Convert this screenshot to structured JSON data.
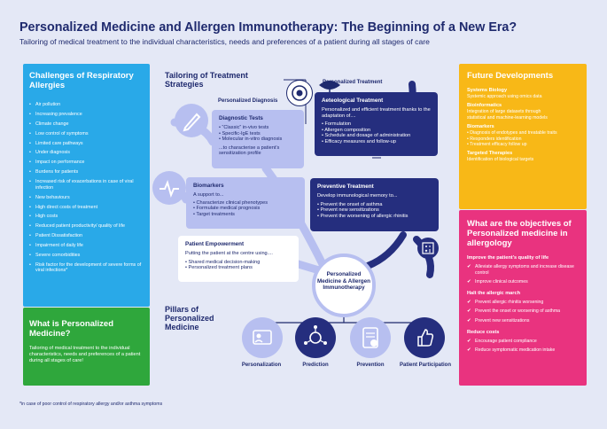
{
  "title": "Personalized Medicine and Allergen Immunotherapy: The Beginning of a New Era?",
  "subtitle": "Tailoring of medical treatment to the individual characteristics, needs and preferences of a patient during all stages of care",
  "challenges": {
    "heading": "Challenges of Respiratory Allergies",
    "items": [
      "Air pollution",
      "Increasing prevalence",
      "Climate change",
      "Low control of symptoms",
      "Limited care pathways",
      "Under diagnosis",
      "Impact on performance",
      "Burdens for patients",
      "Increased risk of exacerbations in case of viral infection",
      "New behaviours",
      "High direct costs of treatment",
      "High costs",
      "Reduced patient productivity/ quality of life",
      "Patient Dissatisfaction",
      "Impairment of daily life",
      "Severe comorbidities",
      "Risk factor for the development of severe forms of viral infections*"
    ]
  },
  "what": {
    "heading": "What is Personalized Medicine?",
    "text": "Tailoring of medical treatment to the individual characteristics, needs and preferences of a patient during all stages of care!"
  },
  "tailoring": {
    "heading": "Tailoring of Treatment Strategies",
    "personalized_diagnosis_label": "Personalized Diagnosis",
    "personalized_treatment_label": "Personalized Treatment",
    "diagnostic": {
      "title": "Diagnostic Tests",
      "items": [
        "• “Classic” in-vivo tests",
        "• Specific-IgE tests",
        "• Molecular in-vitro diagnosis"
      ],
      "note": "...to characterise a patient’s sensitization profile"
    },
    "biomarkers": {
      "title": "Biomarkers",
      "intro": "A support to...",
      "items": [
        "• Characterize clinical phenotypes",
        "• Formulate medical prognosis",
        "• Target treatments"
      ]
    },
    "empowerment": {
      "title": "Patient Empowerment",
      "intro": "Putting the patient at the centre using....",
      "items": [
        "• Shared medical decision-making",
        "• Personalized treatment plans"
      ]
    },
    "aetiological": {
      "title": "Aeteological Treatment",
      "intro": "Personalized and efficient treatment thanks to the adaptation of....",
      "items": [
        "• Formulation",
        "• Allergen composition",
        "• Schedule and dosage of administration",
        "• Efficacy measures and follow-up"
      ]
    },
    "preventive": {
      "title": "Preventive Treatment",
      "intro": "Develop immunological memory to...",
      "items": [
        "• Prevent the onset of asthma",
        "• Prevent new sensitizations",
        "• Prevent the worsening of allergic rhinitis"
      ]
    },
    "hub": "Personalized Medicine & Allergen Immunotherapy"
  },
  "pillars": {
    "heading": "Pillars of Personalized Medicine",
    "items": [
      "Personalization",
      "Prediction",
      "Prevention",
      "Patient Participation"
    ]
  },
  "future": {
    "heading": "Future Developments",
    "sections": [
      {
        "title": "Systems Biology",
        "lines": [
          "Systemic approach using omics data"
        ]
      },
      {
        "title": "Bioinformatics",
        "lines": [
          "Integration of large datasets through",
          "statistical and machine-learning models"
        ]
      },
      {
        "title": "Biomarkers",
        "lines": [
          "• Diagnosis of endotypes and treatable traits",
          "• Responders identification",
          "• Treatment efficacy follow up"
        ]
      },
      {
        "title": "Targeted Therapies",
        "lines": [
          "Identification of biological targets"
        ]
      }
    ]
  },
  "objectives": {
    "heading": "What are the objectives of Personalized medicine in allergology",
    "groups": [
      {
        "title": "Improve the patient’s quality of life",
        "items": [
          "Alleviate allergy symptoms and increase disease control",
          "Improve clinical outcomes"
        ]
      },
      {
        "title": "Halt the allergic march",
        "items": [
          "Prevent allergic rhinitis worsening",
          "Prevent the onset or worsening of asthma",
          "Prevent new sensitizations"
        ]
      },
      {
        "title": "Reduce costs",
        "items": [
          "Encourage patient compliance",
          "Reduce symptomatic medication intake"
        ]
      }
    ]
  },
  "footnote": "*in case of poor control of respiratory allergy and/or asthma symptoms",
  "colors": {
    "background": "#e4e8f6",
    "navy": "#1f2a6e",
    "blue": "#29a9e8",
    "green": "#2fa73c",
    "yellow": "#f8b817",
    "pink": "#e9337f",
    "lavender": "#b7bff0"
  }
}
